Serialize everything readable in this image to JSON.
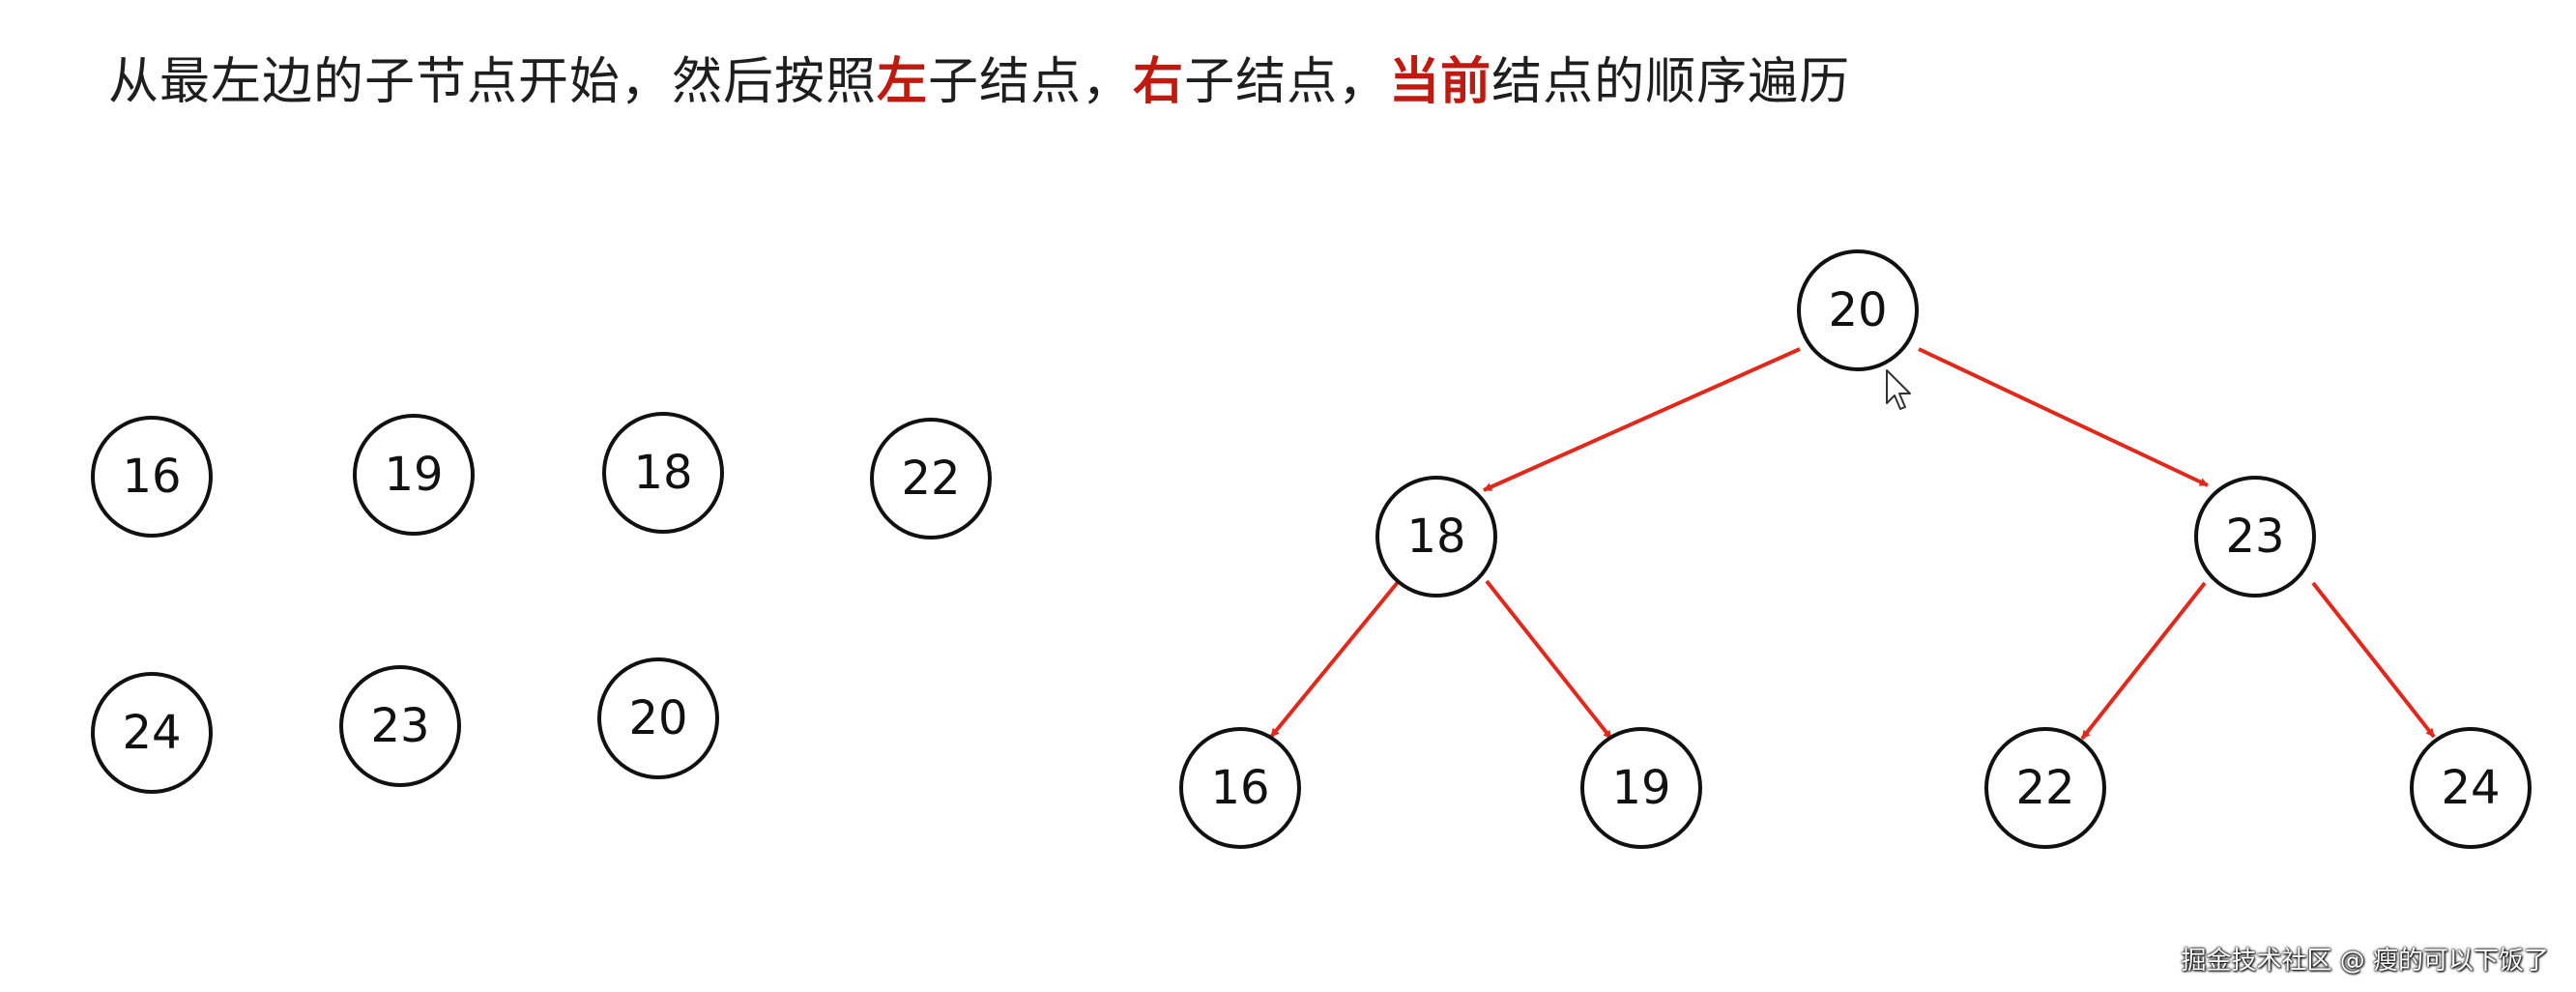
{
  "heading": {
    "part1": "从最左边的子节点开始，然后按照",
    "hl1": "左",
    "part2": "子结点，",
    "hl2": "右",
    "part3": "子结点，",
    "hl3": "当前",
    "part4": "结点的顺序遍历"
  },
  "colors": {
    "highlight": "#c0190f",
    "edge": "#e0281b",
    "node_stroke": "#111111"
  },
  "sequence": {
    "row1": [
      "16",
      "19",
      "18",
      "22"
    ],
    "row2": [
      "24",
      "23",
      "20"
    ]
  },
  "tree": {
    "root": "20",
    "left": {
      "value": "18",
      "left": "16",
      "right": "19"
    },
    "right": {
      "value": "23",
      "left": "22",
      "right": "24"
    }
  },
  "watermark": "掘金技术社区 @ 瘦的可以下饭了",
  "icons": {
    "cursor": "mouse-pointer-icon"
  }
}
